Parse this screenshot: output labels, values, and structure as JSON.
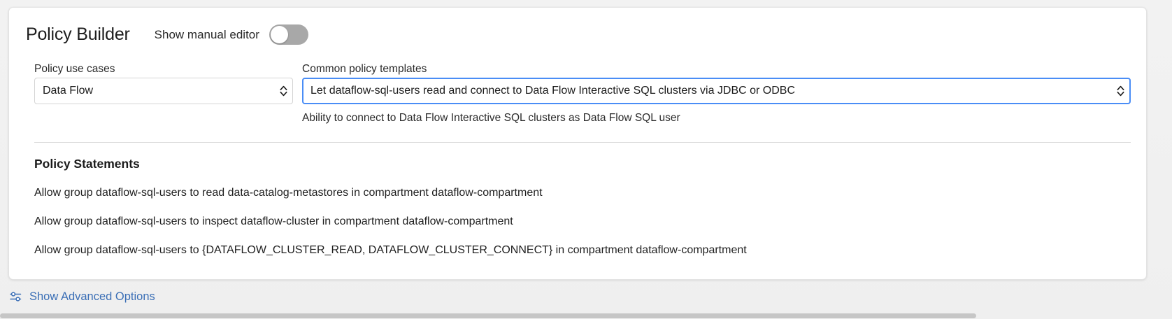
{
  "header": {
    "title": "Policy Builder",
    "manual_editor_label": "Show manual editor",
    "manual_editor_state": "off"
  },
  "fields": {
    "use_case": {
      "label": "Policy use cases",
      "value": "Data Flow",
      "focused": "false"
    },
    "template": {
      "label": "Common policy templates",
      "value": "Let dataflow-sql-users read and connect to Data Flow Interactive SQL clusters via JDBC or ODBC",
      "helper_text": "Ability to connect to Data Flow Interactive SQL clusters as Data Flow SQL user",
      "focused": "true"
    }
  },
  "statements_section": {
    "title": "Policy Statements",
    "items": [
      "Allow group dataflow-sql-users to read data-catalog-metastores in compartment dataflow-compartment",
      "Allow group dataflow-sql-users to inspect dataflow-cluster in compartment dataflow-compartment",
      "Allow group dataflow-sql-users to {DATAFLOW_CLUSTER_READ, DATAFLOW_CLUSTER_CONNECT} in compartment dataflow-compartment"
    ]
  },
  "advanced": {
    "label": "Show Advanced Options",
    "icon": "sliders-icon"
  },
  "colors": {
    "focus_border": "#4a8df6",
    "link": "#3b6fb6",
    "toggle_off_track": "#a8a8a8",
    "page_background": "#f1f1f1",
    "card_background": "#ffffff"
  }
}
